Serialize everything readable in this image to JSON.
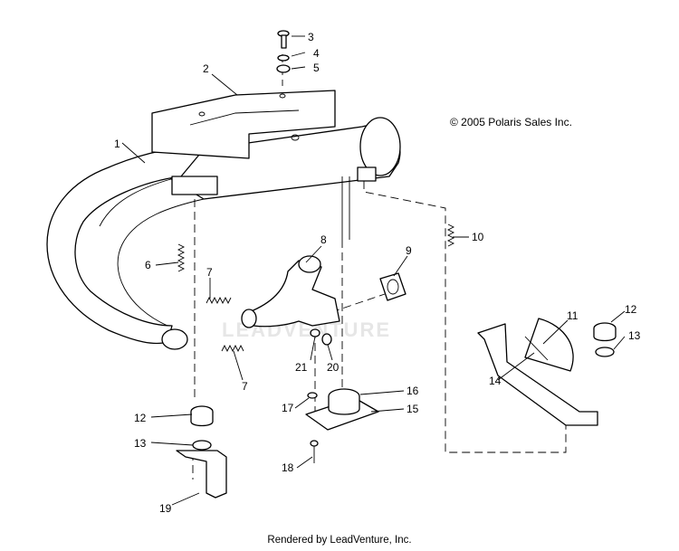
{
  "copyright": "© 2005 Polaris Sales Inc.",
  "footer": "Rendered by LeadVenture, Inc.",
  "watermark": "LEADVENTURE",
  "callouts": {
    "c1": "1",
    "c2": "2",
    "c3": "3",
    "c4": "4",
    "c5": "5",
    "c6": "6",
    "c7a": "7",
    "c7b": "7",
    "c8": "8",
    "c9": "9",
    "c10": "10",
    "c11": "11",
    "c12a": "12",
    "c12b": "12",
    "c13a": "13",
    "c13b": "13",
    "c14": "14",
    "c15": "15",
    "c16": "16",
    "c17": "17",
    "c18": "18",
    "c19": "19",
    "c20": "20",
    "c21": "21"
  }
}
